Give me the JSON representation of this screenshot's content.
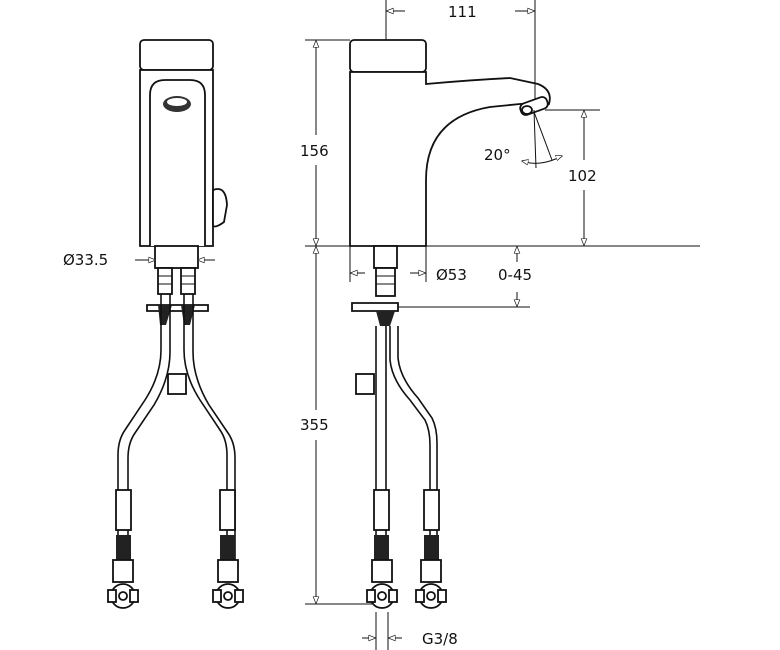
{
  "dimensions": {
    "spout_reach": "111",
    "body_height": "156",
    "spout_height": "102",
    "spout_angle": "20°",
    "base_diameter": "Ø33.5",
    "body_diameter": "Ø53",
    "deck_thickness": "0-45",
    "hose_length": "355",
    "connection_thread": "G3/8"
  },
  "colors": {
    "line": "#111111",
    "background": "#ffffff"
  }
}
